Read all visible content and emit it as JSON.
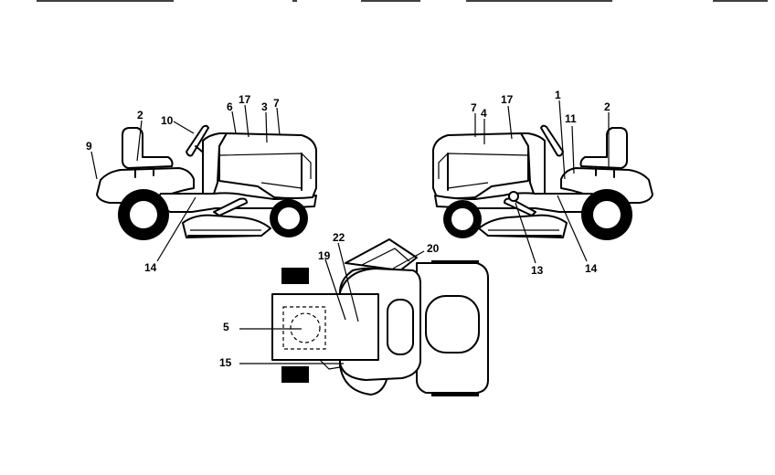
{
  "header_fragments": [
    "",
    "",
    "",
    "",
    ""
  ],
  "callouts": {
    "left_view": {
      "c9": "9",
      "c2": "2",
      "c10": "10",
      "c6": "6",
      "c17": "17",
      "c3": "3",
      "c7": "7",
      "c14": "14"
    },
    "right_view": {
      "c7": "7",
      "c4": "4",
      "c17": "17",
      "c1": "1",
      "c11": "11",
      "c2": "2",
      "c13": "13",
      "c14": "14"
    },
    "top_view": {
      "c22": "22",
      "c20": "20",
      "c19": "19",
      "c5": "5",
      "c15": "15"
    }
  }
}
